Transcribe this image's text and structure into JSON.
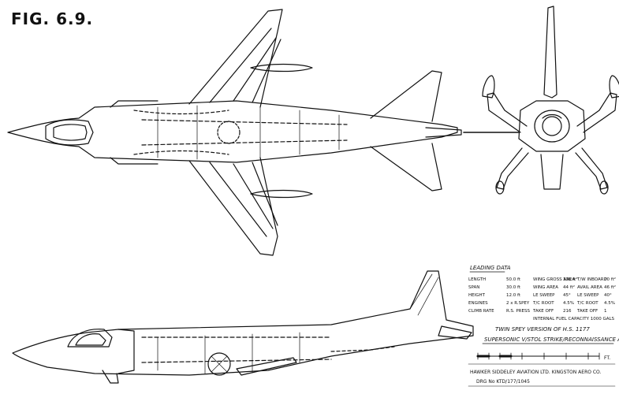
{
  "figure_label": "FIG. 6.9.",
  "leading_data": {
    "heading": "LEADING DATA",
    "rows": [
      {
        "label": "LENGTH",
        "v1": "50.0 ft",
        "label2": "WING GROSS AREA",
        "v2": "336 ft²",
        "label3": "T/W INBOARD",
        "v3": "70 ft²"
      },
      {
        "label": "SPAN",
        "v1": "30.0 ft",
        "label2": "WING AREA",
        "v2": "44 ft²",
        "label3": "AVAIL AREA",
        "v3": "46 ft²"
      },
      {
        "label": "HEIGHT",
        "v1": "12.0 ft",
        "label2": "LE SWEEP",
        "v2": "45°",
        "label3": "LE SWEEP",
        "v3": "40°"
      },
      {
        "label": "ENGINES",
        "v1": "2 x R.SPEY",
        "label2": "T/C ROOT",
        "v2": "4.5%",
        "label3": "T/C ROOT",
        "v3": "4.5%"
      },
      {
        "label": "CLIMB RATE",
        "v1": "R.S. PRESS",
        "label2": "TAKE OFF",
        "v2": "216",
        "label3": "TAKE OFF",
        "v3": "1"
      }
    ],
    "capacity": "INTERNAL FUEL CAPACITY   1000 GALS"
  },
  "caption": {
    "line1": "TWIN SPEY VERSION OF H.S. 1177",
    "line2": "SUPERSONIC V/STOL STRIKE/RECONNAISSANCE A/C",
    "company": "HAWKER SIDDELEY AVIATION LTD.  KINGSTON AERO CO.",
    "drawing_no": "DRG No KTD/177/1045",
    "scale_unit": "FT."
  }
}
